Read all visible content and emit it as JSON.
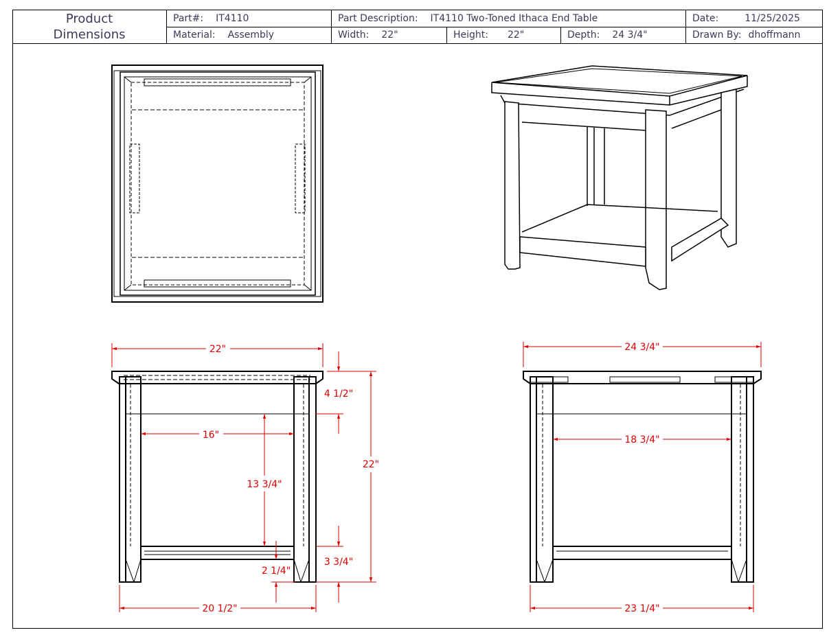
{
  "header": {
    "title_line1": "Product",
    "title_line2": "Dimensions",
    "part_label": "Part#:",
    "part_value": "IT4110",
    "description_label": "Part Description:",
    "description_value": "IT4110 Two-Toned Ithaca End Table",
    "date_label": "Date:",
    "date_value": "11/25/2025",
    "material_label": "Material:",
    "material_value": "Assembly",
    "width_label": "Width:",
    "width_value": "22\"",
    "height_label": "Height:",
    "height_value": "22\"",
    "depth_label": "Depth:",
    "depth_value": "24 3/4\"",
    "drawn_by_label": "Drawn By:",
    "drawn_by_value": "dhoffmann"
  },
  "front_view": {
    "overall_width": "22\"",
    "apron_height": "4 1/2\"",
    "overall_height": "22\"",
    "inner_width": "16\"",
    "opening_height": "13 3/4\"",
    "shelf_height": "3 3/4\"",
    "shelf_thickness": "2 1/4\"",
    "leg_span": "20 1/2\""
  },
  "side_view": {
    "overall_depth": "24 3/4\"",
    "inner_depth": "18 3/4\"",
    "leg_span": "23 1/4\""
  },
  "colors": {
    "dimension": "#e00000",
    "line": "#000000",
    "text": "#3a3a5a"
  }
}
